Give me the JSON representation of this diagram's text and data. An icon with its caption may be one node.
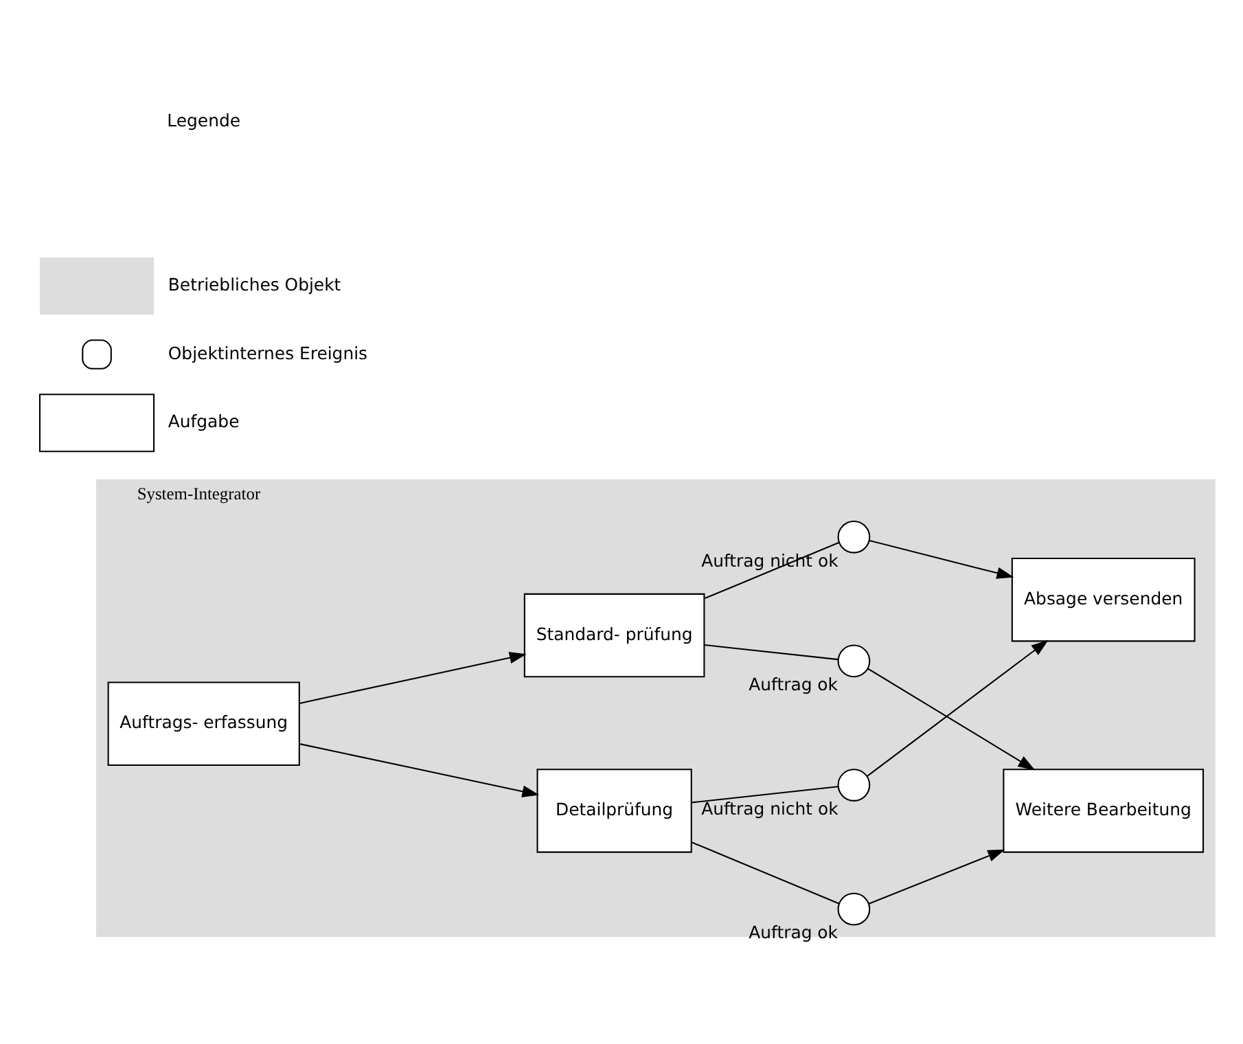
{
  "diagram": {
    "nodes": [
      {
        "text": [
          "System-Integrator"
        ]
      },
      {
        "text": [
          "Auftrags- erfassung"
        ],
        "in": 0
      },
      {
        "text": [
          "Detailprüfung"
        ],
        "in": 0
      },
      {
        "text": [
          "Standard- prüfung"
        ],
        "in": 0
      },
      {
        "text": [
          "Weitere Bearbeitung"
        ],
        "in": 0
      },
      {
        "text": [
          "Absage versenden"
        ],
        "in": 0
      },
      {
        "text": [],
        "shape": "circle",
        "in": 0,
        "beside": [
          "Auftrag ok"
        ]
      },
      {
        "text": [],
        "shape": "circle",
        "in": 0,
        "beside": [
          "Auftrag nicht ok"
        ]
      },
      {
        "text": [],
        "shape": "circle",
        "in": 0,
        "beside": [
          "Auftrag ok"
        ]
      },
      {
        "text": [],
        "shape": "circle",
        "in": 0,
        "beside": [
          "Auftrag nicht ok"
        ]
      }
    ],
    "edges": [
      {
        "from": 1,
        "to": 2,
        "arrow": "to"
      },
      {
        "from": 1,
        "to": 3,
        "arrow": "to"
      },
      {
        "from": 2,
        "to": 6,
        "arrow": "none"
      },
      {
        "from": 6,
        "to": 4,
        "arrow": "to"
      },
      {
        "from": 2,
        "to": 7,
        "arrow": "none"
      },
      {
        "from": 7,
        "to": 5,
        "arrow": "to"
      },
      {
        "from": 3,
        "to": 8,
        "arrow": "none"
      },
      {
        "from": 8,
        "to": 4,
        "arrow": "to"
      },
      {
        "from": 3,
        "to": 9,
        "arrow": "none"
      },
      {
        "from": 9,
        "to": 5,
        "arrow": "to"
      }
    ],
    "labels": [
      "Legende"
    ],
    "legend": [
      {
        "text": "Betriebliches Objekt",
        "color": "#dddddd"
      },
      {
        "text": "Objektinternes Ereignis"
      },
      {
        "text": "Aufgabe"
      }
    ]
  }
}
